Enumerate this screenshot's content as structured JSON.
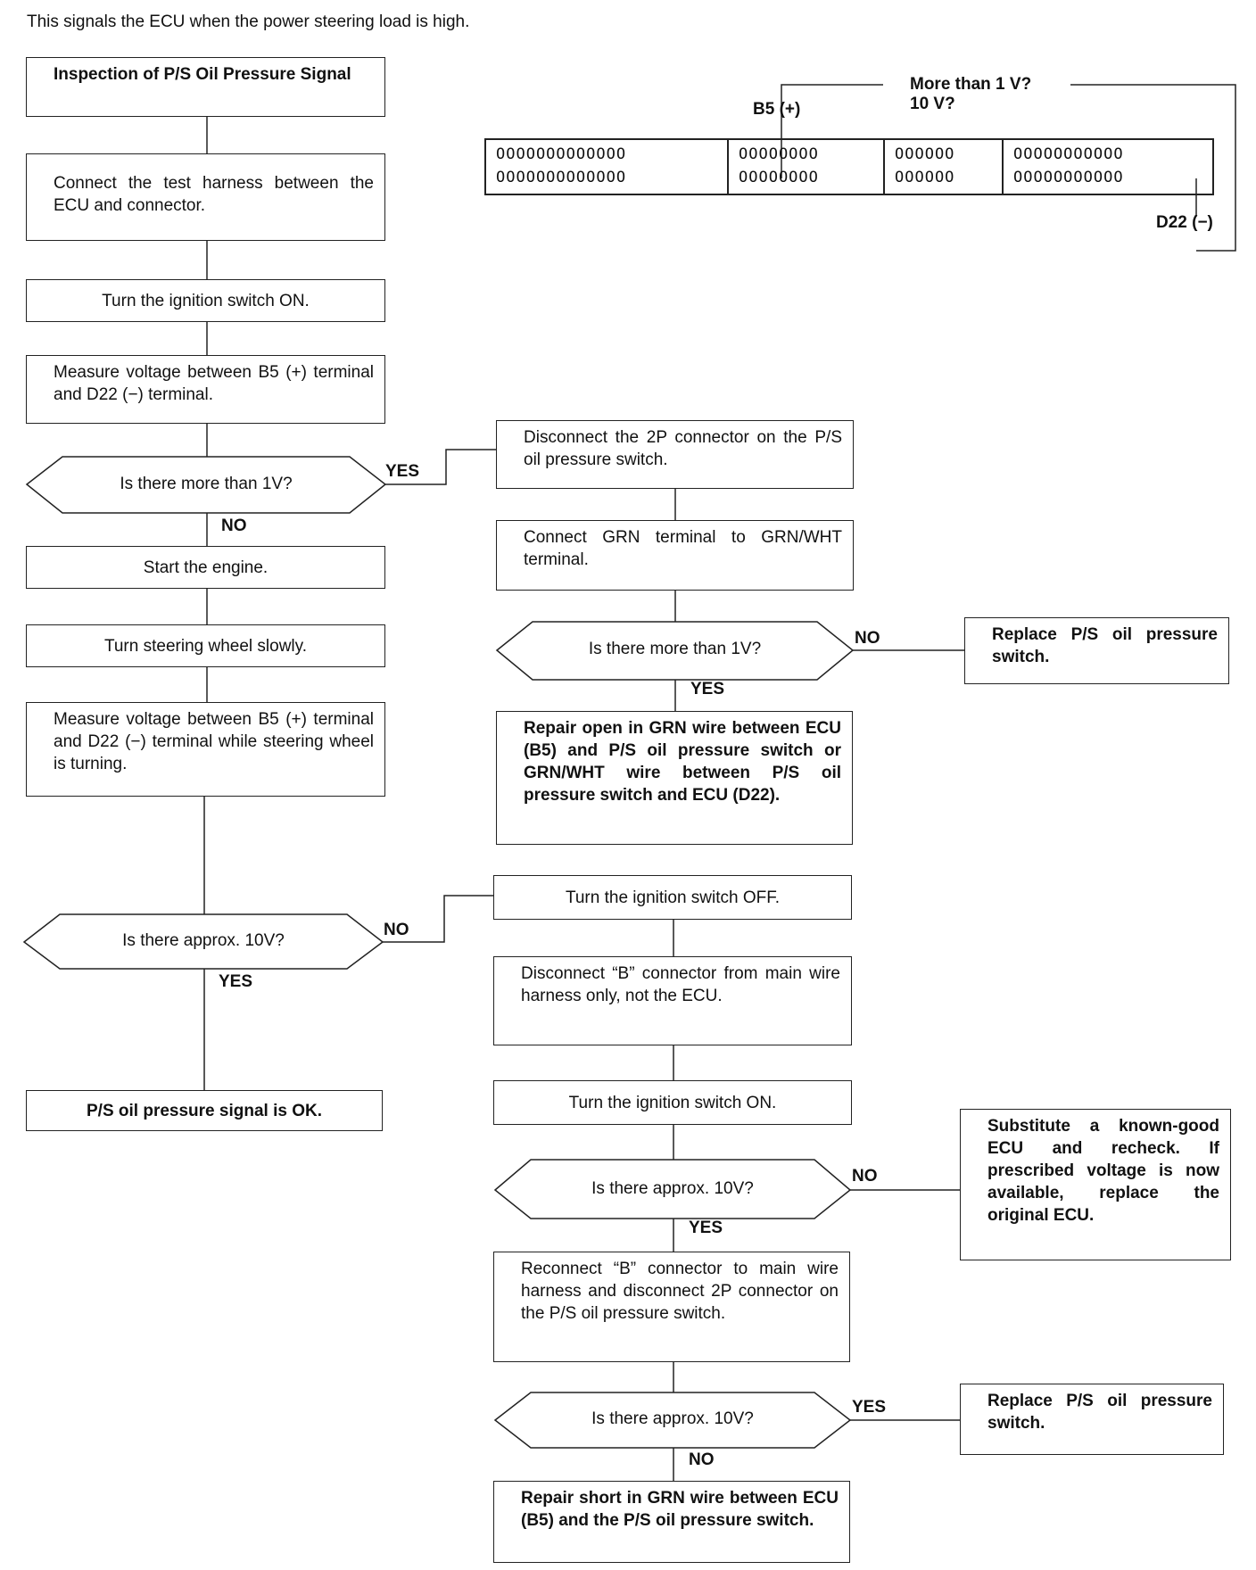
{
  "intro": "This signals the ECU when the power steering load is high.",
  "connector": {
    "b5_label": "B5 (+)",
    "d22_label": "D22 (−)",
    "question_1": "More than 1 V?",
    "question_2": "10 V?",
    "pins": [
      "OOOOOOOOOOOOO",
      "OOOOOOOO",
      "OOOOOO",
      "OOOOOOOOOOO"
    ]
  },
  "boxes": {
    "title": "Inspection of P/S Oil Pressure Signal",
    "connect_harness": "Connect the test harness between the ECU and connector.",
    "ignition_on_1": "Turn the ignition switch ON.",
    "measure_1": "Measure voltage between B5 (+) terminal and D22 (−) terminal.",
    "start_engine": "Start the engine.",
    "turn_wheel": "Turn steering wheel slowly.",
    "measure_2": "Measure voltage between B5 (+) terminal and D22 (−) terminal while steering wheel is turning.",
    "signal_ok": "P/S oil pressure signal is OK.",
    "disconnect_2p": "Disconnect the 2P connector on the P/S oil pressure switch.",
    "connect_grn": "Connect GRN terminal to GRN/WHT terminal.",
    "replace_switch_1": "Replace P/S oil pressure switch.",
    "repair_open": "Repair open in GRN wire between ECU (B5) and P/S oil pressure switch or GRN/WHT wire between P/S oil pressure switch and ECU (D22).",
    "ignition_off": "Turn the ignition switch OFF.",
    "disconnect_b": "Disconnect “B” connector from main wire harness only, not the ECU.",
    "ignition_on_2": "Turn the ignition switch ON.",
    "substitute_ecu": "Substitute a known-good ECU and recheck. If prescribed voltage is now available, replace the original ECU.",
    "reconnect_b": "Reconnect “B” connector to main wire harness and disconnect 2P connector on the P/S oil pressure switch.",
    "replace_switch_2": "Replace P/S oil pressure switch.",
    "repair_short": "Repair short in GRN wire between ECU (B5) and the P/S oil pressure switch."
  },
  "decisions": {
    "d1": "Is there more than 1V?",
    "d2": "Is there approx. 10V?",
    "d3": "Is there more than 1V?",
    "d4": "Is there approx. 10V?",
    "d5": "Is there approx. 10V?"
  },
  "answers": {
    "yes": "YES",
    "no": "NO"
  }
}
